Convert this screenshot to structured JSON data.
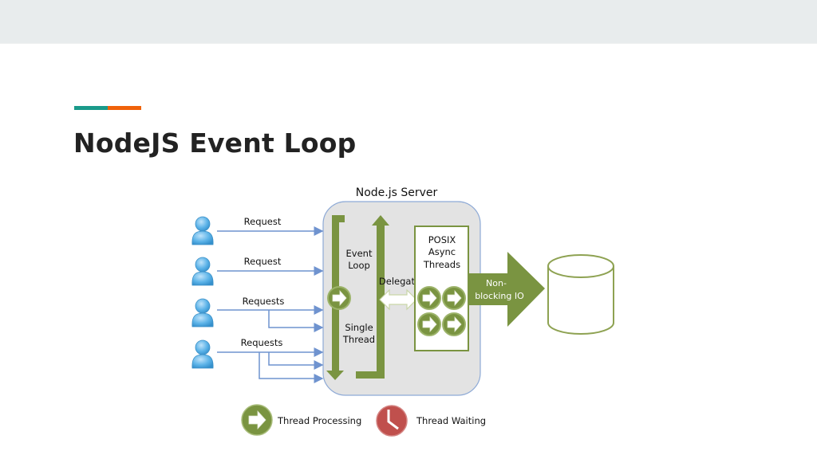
{
  "slide": {
    "title": "NodeJS Event Loop",
    "accent_colors": [
      "#1a9a8a",
      "#f0620a"
    ]
  },
  "diagram": {
    "server_title": "Node.js Server",
    "clients": [
      {
        "label": "Request",
        "arrows": 1
      },
      {
        "label": "Request",
        "arrows": 1
      },
      {
        "label": "Requests",
        "arrows": 2
      },
      {
        "label": "Requests",
        "arrows": 3
      }
    ],
    "event_loop": {
      "line1": "Event",
      "line2": "Loop"
    },
    "single_thread": {
      "line1": "Single",
      "line2": "Thread"
    },
    "delegate_label": "Delegate",
    "posix": {
      "line1": "POSIX",
      "line2": "Async",
      "line3": "Threads"
    },
    "io_arrow": {
      "line1": "Non-",
      "line2": "blocking IO"
    },
    "database_icon": "database-cylinder-icon",
    "legend": [
      {
        "icon": "thread-processing-icon",
        "label": "Thread Processing"
      },
      {
        "icon": "clock-icon",
        "label": "Thread Waiting"
      }
    ],
    "colors": {
      "green": "#7a9441",
      "server_bg": "#e3e3e3",
      "server_border": "#8eaad6",
      "request_arrow": "#6f93cf",
      "user_blue": "#4aa3df",
      "clock_red": "#c0504d"
    }
  }
}
